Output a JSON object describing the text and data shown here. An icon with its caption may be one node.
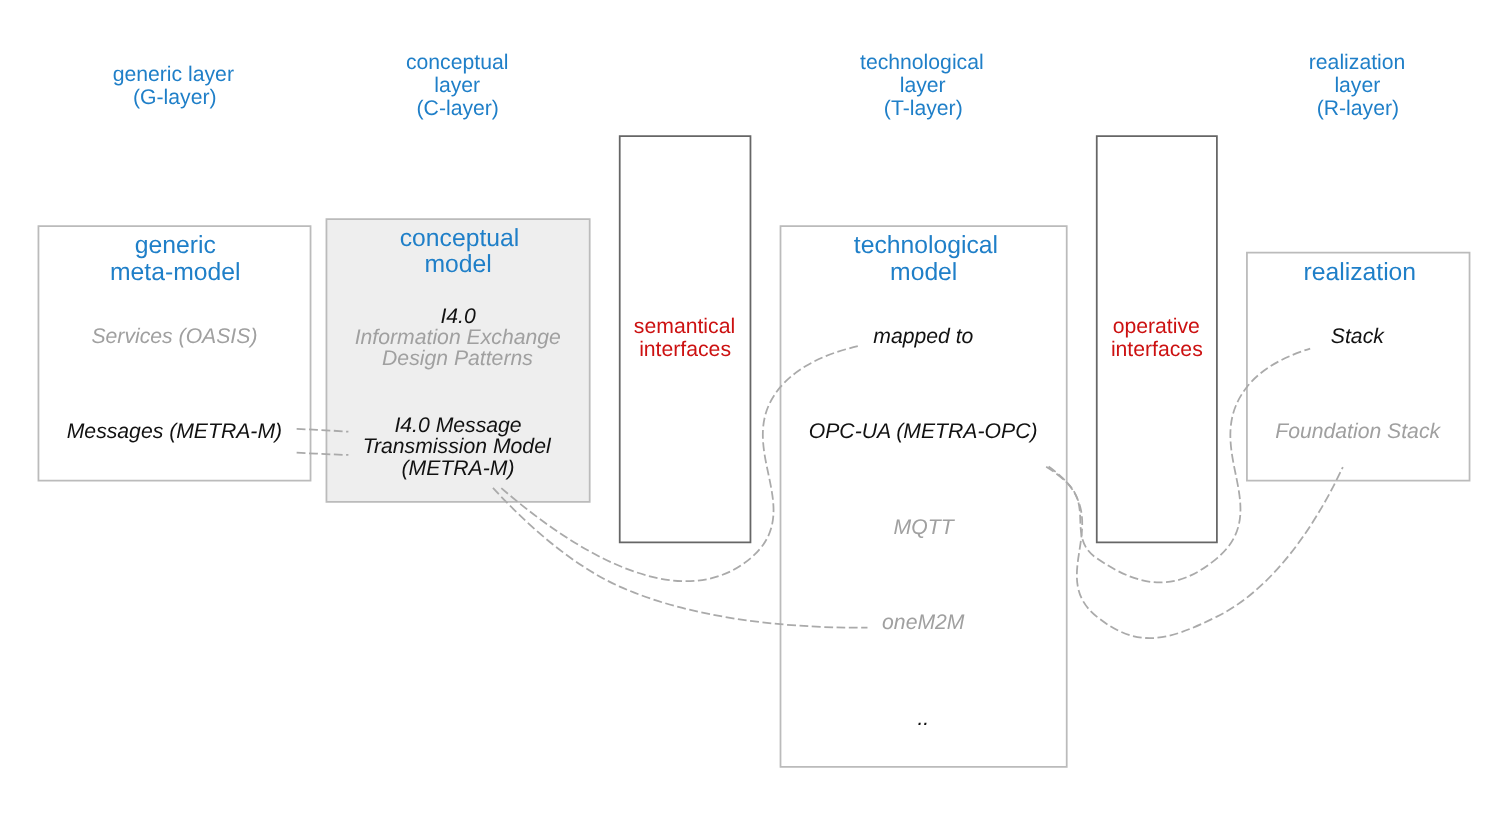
{
  "diagram": {
    "nodes": [
      {
        "text": [
          "generic meta-model"
        ]
      },
      {
        "text": [
          "Services (OASIS)"
        ],
        "in": 0
      },
      {
        "text": [
          "Messages (METRA-M)"
        ],
        "in": 0
      },
      {
        "text": [
          "conceptual model"
        ]
      },
      {
        "text": [
          "I4.0",
          "Information Exchange Design Patterns"
        ],
        "in": 3
      },
      {
        "text": [
          "I4.0 Message Transmission Model (METRA-M)"
        ],
        "in": 3
      },
      {
        "text": [
          "semantical interfaces"
        ]
      },
      {
        "text": [
          "technological model"
        ]
      },
      {
        "text": [
          "mapped to"
        ],
        "in": 7
      },
      {
        "text": [
          "OPC-UA (METRA-OPC)"
        ],
        "in": 7
      },
      {
        "text": [
          "MQTT"
        ],
        "in": 7
      },
      {
        "text": [
          "oneM2M"
        ],
        "in": 7
      },
      {
        "text": [
          ".."
        ],
        "in": 7
      },
      {
        "text": [
          "operative interfaces"
        ]
      },
      {
        "text": [
          "realization"
        ]
      },
      {
        "text": [
          "Stack"
        ],
        "in": 14
      },
      {
        "text": [
          "Foundation Stack"
        ],
        "in": 14
      }
    ],
    "edges": [
      {
        "from": 2,
        "to": 5,
        "arrow": "none",
        "style": "dashed"
      },
      {
        "from": 2,
        "to": 5,
        "arrow": "none",
        "style": "dashed"
      },
      {
        "from": 5,
        "to": 8,
        "arrow": "none",
        "style": "dashed"
      },
      {
        "from": 5,
        "to": 11,
        "arrow": "none",
        "style": "dashed"
      },
      {
        "from": 9,
        "to": 15,
        "arrow": "none",
        "style": "dashed"
      },
      {
        "from": 9,
        "to": 16,
        "arrow": "none",
        "style": "dashed"
      }
    ],
    "labels": [
      "generic layer (G-layer)",
      "conceptual layer (C-layer)",
      "technological layer (T-layer)",
      "realization layer (R-layer)"
    ]
  }
}
